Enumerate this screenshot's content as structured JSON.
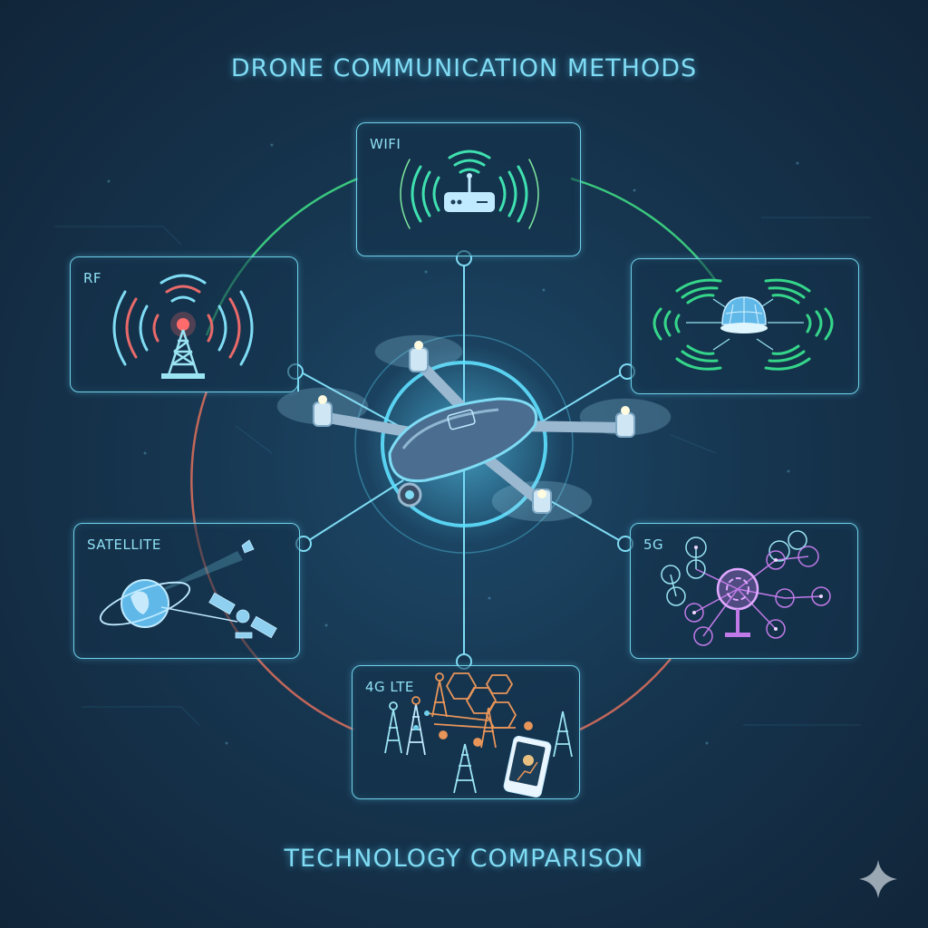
{
  "header": {
    "title": "DRONE COMMUNICATION METHODS"
  },
  "footer": {
    "subtitle": "TECHNOLOGY COMPARISON"
  },
  "center": {
    "item": "quadcopter-drone",
    "icon": "drone-icon"
  },
  "panels": [
    {
      "id": "wifi",
      "label": "WIFI",
      "icon": "wifi-router-icon",
      "accent": "#3fe0b0",
      "position": "top"
    },
    {
      "id": "rf",
      "label": "RF",
      "icon": "radio-tower-icon",
      "accent": "#e86a6a",
      "position": "upper-left"
    },
    {
      "id": "unlabeled",
      "label": "",
      "icon": "broadcast-dome-icon",
      "accent": "#35d68a",
      "position": "upper-right"
    },
    {
      "id": "satellite",
      "label": "SATELLITE",
      "icon": "satellite-globe-icon",
      "accent": "#5cc8f0",
      "position": "lower-left"
    },
    {
      "id": "5g",
      "label": "5G",
      "icon": "network-node-icon",
      "accent": "#c07ae8",
      "position": "lower-right"
    },
    {
      "id": "4g-lte",
      "label": "4G LTE",
      "icon": "cell-tower-phone-icon",
      "accent": "#e8955a",
      "position": "bottom"
    }
  ],
  "ring": {
    "upper_arc_color": "#3ed884",
    "lower_arc_color": "#e0705c"
  },
  "colors": {
    "panel_border": "#6fd0ea",
    "text": "#7fdcf4",
    "background": "#16354f"
  },
  "watermark": {
    "icon": "sparkle-icon"
  }
}
